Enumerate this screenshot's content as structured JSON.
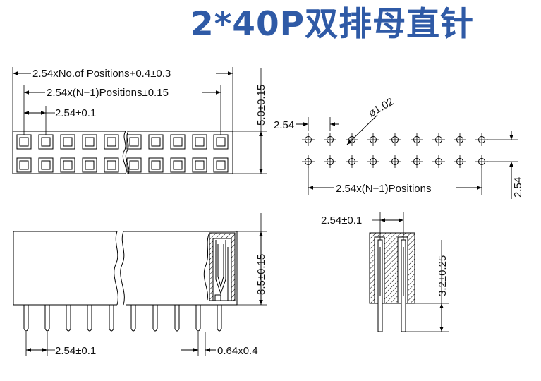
{
  "title": "2*40P双排母直针",
  "top_view": {
    "dim_total": "2.54xNo.of  Positions+0.4±0.3",
    "dim_span": "2.54x(N−1)Positions±0.15",
    "dim_pitch": "2.54±0.1",
    "dim_height": "5.0±0.15"
  },
  "pcb_layout": {
    "dim_pitch_h": "2.54",
    "dim_hole": "ø1.02",
    "dim_span": "2.54x(N−1)Positions",
    "dim_row_pitch": "2.54"
  },
  "front_view": {
    "dim_height": "8.5±0.15",
    "dim_pitch": "2.54±0.1",
    "dim_pin": "0.64x0.4"
  },
  "side_view": {
    "dim_pitch": "2.54±0.1",
    "dim_tail": "3.2±0.25"
  }
}
